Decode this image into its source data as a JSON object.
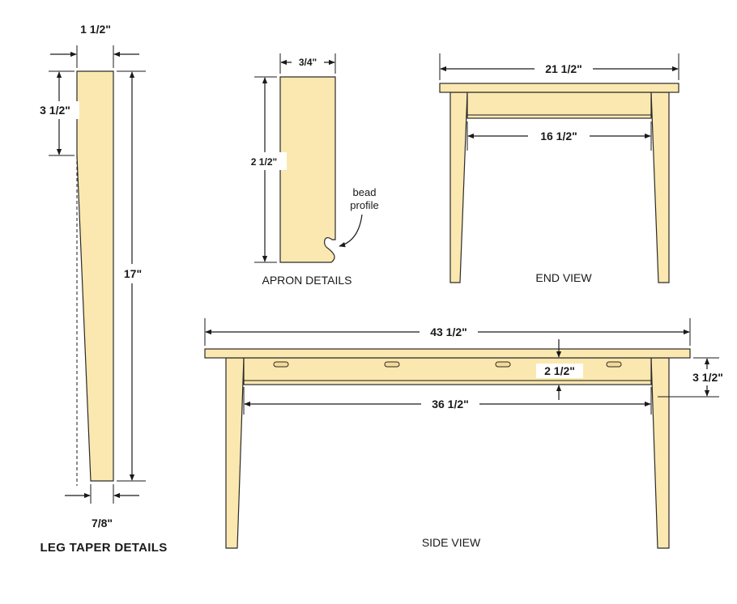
{
  "leg_taper": {
    "title": "LEG TAPER DETAILS",
    "top_width": "1 1/2\"",
    "taper_start": "3 1/2\"",
    "length": "17\"",
    "bottom_width": "7/8\""
  },
  "apron": {
    "title": "APRON DETAILS",
    "thickness": "3/4\"",
    "height": "2 1/2\"",
    "bead_note_line1": "bead",
    "bead_note_line2": "profile"
  },
  "end_view": {
    "title": "END VIEW",
    "top_width": "21 1/2\"",
    "between_legs": "16 1/2\""
  },
  "side_view": {
    "title": "SIDE VIEW",
    "top_length": "43 1/2\"",
    "between_legs": "36 1/2\"",
    "apron_height": "2 1/2\"",
    "top_to_apron": "3 1/2\""
  },
  "colors": {
    "wood": "#fbe8b0",
    "line": "#1a1a1a"
  }
}
